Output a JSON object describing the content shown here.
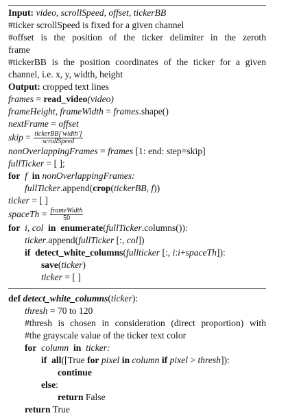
{
  "algo1": {
    "input_kw": "Input:",
    "input_args": "video, scrollSpeed, offset, tickerBB",
    "c1": "#ticker scrollSpeed is fixed for a given channel",
    "c2a": "#offset is the position of the ticker delimiter in the zeroth",
    "c2b": "frame",
    "c3a": "#tickerBB is the position coordinates of the ticker for a given",
    "c3b": "channel, i.e. x, y, width, height",
    "output_kw": "Output:",
    "output_text": "cropped text lines",
    "l_frames_var": "frames",
    "l_frames_eq": " = ",
    "l_frames_fn": "read_video",
    "l_frames_arg": "(video)",
    "l_fh_a": "frameHeight",
    "l_fh_sep": ", ",
    "l_fh_b": "frameWidth",
    "l_fh_eq": " = ",
    "l_fh_c": "frames",
    "l_fh_d": ".shape()",
    "l_nf_a": "nextFrame",
    "l_nf_eq": " = ",
    "l_nf_b": "offset",
    "l_skip_var": "skip",
    "l_skip_eq": " = ",
    "l_skip_num": "tickerBB['width']",
    "l_skip_den": "scrollSpeed",
    "l_nof_a": "nonOverlappingFrames",
    "l_nof_eq": " = ",
    "l_nof_b": "frames",
    "l_nof_c": " [1: end: step=skip]",
    "l_ft_a": "fullTicker",
    "l_ft_b": " = [ ];",
    "for1_kw": "for",
    "for1_var": "f",
    "for1_in": "in",
    "for1_iter": "nonOverlappingFrames",
    "for1_colon": ":",
    "ftapp_a": "fullTicker",
    "ftapp_b": ".append(",
    "ftapp_crop": "crop",
    "ftapp_c": "(",
    "ftapp_d": "tickerBB",
    "ftapp_e": ", ",
    "ftapp_f": "f",
    "ftapp_g": "))",
    "tk_a": "ticker",
    "tk_b": " = [ ]",
    "sth_var": "spaceTh",
    "sth_eq": " = ",
    "sth_num": "frameWidth",
    "sth_den": "50",
    "for2_kw": "for",
    "for2_vars": "i, col",
    "for2_in": "in",
    "for2_fn": "enumerate",
    "for2_a": "(",
    "for2_b": "fullTicker",
    "for2_c": ".columns()):",
    "tapp_a": "ticker",
    "tapp_b": ".append(",
    "tapp_c": "fullTicker",
    "tapp_d": " [:, ",
    "tapp_e": "col",
    "tapp_f": "])",
    "if1_kw": "if",
    "if1_fn": "detect_white_columns",
    "if1_a": "(",
    "if1_b": "fullticker",
    "if1_c": " [:, ",
    "if1_d": "i",
    "if1_e": ":",
    "if1_f": "i",
    "if1_g": "+",
    "if1_h": "spaceTh",
    "if1_i": "]):",
    "save_fn": "save",
    "save_a": "(",
    "save_b": "ticker",
    "save_c": ")",
    "tk2_a": "ticker",
    "tk2_b": " = [ ]"
  },
  "algo2": {
    "def_kw": "def",
    "def_name": "detect_white_columns",
    "def_a": "(",
    "def_b": "ticker",
    "def_c": "):",
    "th_var": "thresh",
    "th_val": " = 70 to 120",
    "c1a": "#thresh is chosen in consideration (direct proportion) with",
    "c1b": "#the grayscale value of the ticker text color",
    "for_kw": "for",
    "for_var": "column",
    "for_in": "in",
    "for_iter": "ticker",
    "for_colon": ":",
    "if_kw": "if",
    "if_fn": "all",
    "if_a": "([True ",
    "if_for": "for",
    "if_b": "pixel",
    "if_in": "in",
    "if_c": "column",
    "if_if": "if",
    "if_d": "pixel",
    "if_e": " > ",
    "if_f": "thresh",
    "if_g": "]):",
    "continue_kw": "continue",
    "else_kw": "else",
    "else_colon": ":",
    "ret_kw": "return",
    "ret_false": " False",
    "ret2_kw": "return",
    "ret2_true": " True"
  }
}
